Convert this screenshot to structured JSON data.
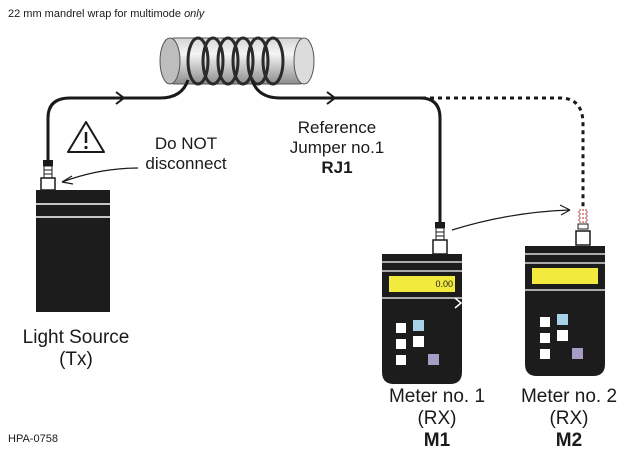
{
  "caption": {
    "text": "22 mm mandrel wrap for multimode ",
    "emphasis": "only"
  },
  "warning": {
    "icon": "warning-triangle-icon",
    "line1": "Do NOT",
    "line2": "disconnect"
  },
  "jumper": {
    "line1": "Reference",
    "line2": "Jumper no.1",
    "code": "RJ1"
  },
  "light_source": {
    "line1": "Light Source",
    "line2": "(Tx)"
  },
  "meter1": {
    "display": "0.00",
    "line1": "Meter no. 1",
    "line2": "(RX)",
    "code": "M1"
  },
  "meter2": {
    "display": "",
    "line1": "Meter no. 2",
    "line2": "(RX)",
    "code": "M2"
  },
  "figure_id": "HPA-0758",
  "colors": {
    "device": "#1c1c1c",
    "display": "#f2ea3c",
    "key_blue": "#a8d2e8",
    "key_purple": "#a79cc6",
    "connector_red": "#b0302a",
    "mandrel_gray": "#9a9a9a"
  }
}
